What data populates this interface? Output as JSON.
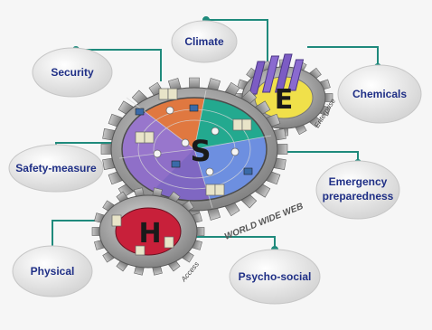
{
  "topic_nodes": [
    {
      "key": "climate",
      "label": "Climate"
    },
    {
      "key": "security",
      "label": "Security"
    },
    {
      "key": "chemicals",
      "label": "Chemicals"
    },
    {
      "key": "safety",
      "label": "Safety-measure"
    },
    {
      "key": "emergency",
      "label_line1": "Emergency",
      "label_line2": "preparedness"
    },
    {
      "key": "physical",
      "label": "Physical"
    },
    {
      "key": "psychosocial",
      "label": "Psycho-social"
    }
  ],
  "gears": {
    "main_letter": "S",
    "main_caption": "WORLD WIDE WEB",
    "top_letter": "E",
    "top_caption": "Enterprise",
    "bottom_letter": "H",
    "bottom_caption": "Access"
  },
  "colors": {
    "label_text": "#1f2f86",
    "connector": "#1f8a7c",
    "bubble_fill": "#e8e8e8",
    "gear_steel": "#a9a9a9",
    "sector_purple": "#8f6fc8",
    "sector_orange": "#e07840",
    "sector_teal": "#23a98f",
    "sector_blue": "#6d8fe0",
    "e_yellow": "#f0e04a",
    "h_red": "#c8203a"
  }
}
